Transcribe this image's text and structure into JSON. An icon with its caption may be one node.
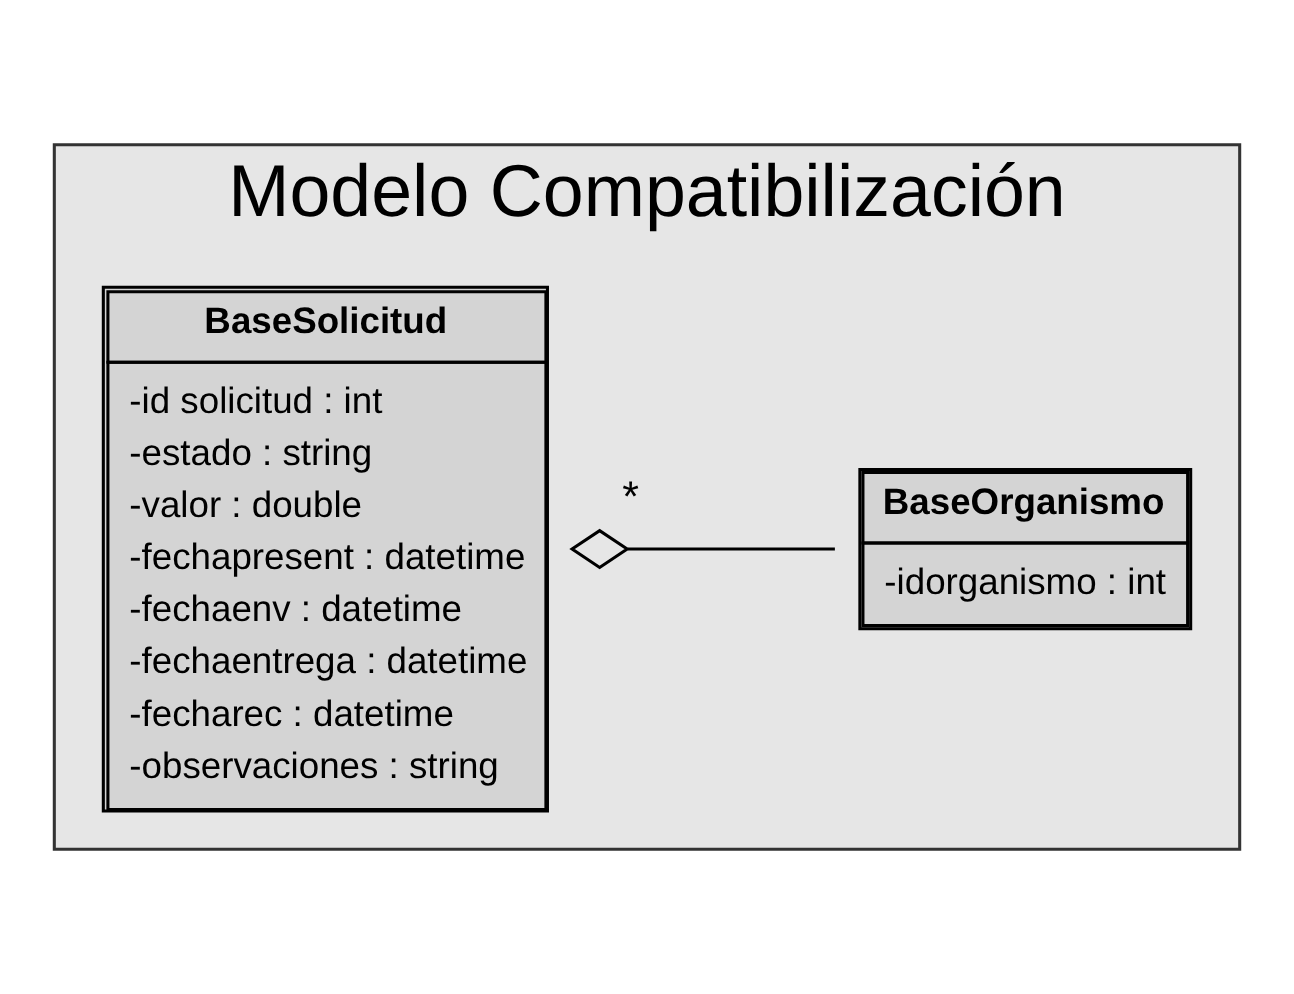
{
  "diagram": {
    "nodes": [
      {
        "text": [
          "Modelo Compatibilización"
        ]
      },
      {
        "text": [
          "BaseSolicitud",
          "-id solicitud : int",
          "-estado : string",
          "-valor : double",
          "-fechapresent : datetime",
          "-fechaenv : datetime",
          "-fechaentrega : datetime",
          "-fecharec : datetime",
          "-observaciones : string"
        ],
        "in": 0
      },
      {
        "text": [
          "BaseOrganismo",
          "-idorganismo : int"
        ],
        "in": 0
      }
    ],
    "edges": [
      {
        "from": 1,
        "to": 2,
        "arrow": "other",
        "label": "*"
      }
    ]
  }
}
